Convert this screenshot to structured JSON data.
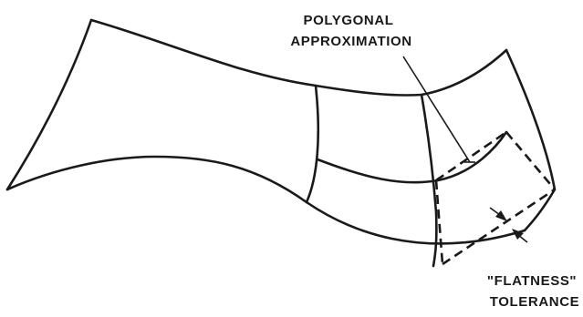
{
  "labels": {
    "polygonal_line1": "POLYGONAL",
    "polygonal_line2": "APPROXIMATION",
    "flatness_line1": "\"FLATNESS\"",
    "flatness_line2": "TOLERANCE"
  }
}
